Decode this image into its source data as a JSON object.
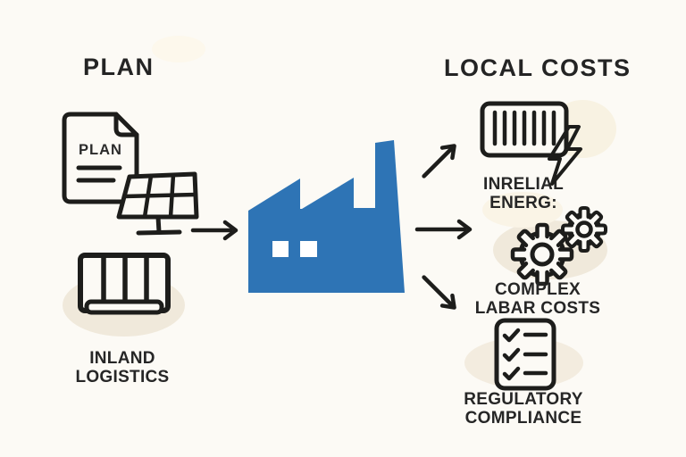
{
  "headings": {
    "left": "PLAN",
    "right": "LOCAL COSTS"
  },
  "left_group": {
    "document": {
      "icon": "document-icon",
      "label": "PLAN"
    },
    "solar": {
      "icon": "solar-panel-icon"
    },
    "logistics": {
      "icon": "shipping-container-icon",
      "line1": "INLAND",
      "line2": "LOGISTICS"
    }
  },
  "center": {
    "icon": "factory-icon"
  },
  "cost_items": [
    {
      "icon": "barcode-meter-icon",
      "badge_icon": "lightning-bolt-icon",
      "line1": "INRELIAL",
      "line2": "ENERG:"
    },
    {
      "icon": "gears-icon",
      "line1": "COMPLEX",
      "line2": "LABAR COSTS"
    },
    {
      "icon": "checklist-icon",
      "line1": "REGULATORY",
      "line2": "COMPLIANCE"
    }
  ],
  "colors": {
    "factory_blue": "#2e74b5",
    "outline": "#1d1d1b",
    "background": "#fcfaf5",
    "blob_beige": "#f0e9db",
    "lightning_yellow": "#f2e9a4",
    "text_dark": "#262626"
  }
}
